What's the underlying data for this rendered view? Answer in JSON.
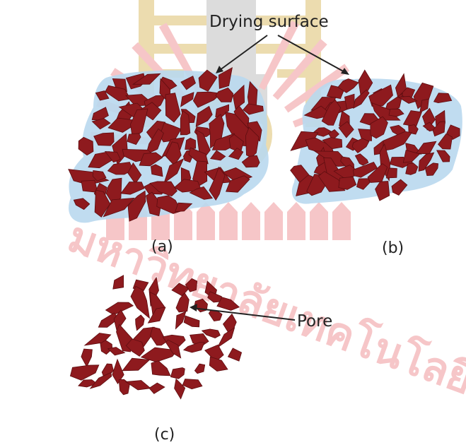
{
  "figure": {
    "annotations": {
      "drying_surface": "Drying surface",
      "pore": "Pore"
    },
    "panels": [
      {
        "id": "a",
        "label": "(a)"
      },
      {
        "id": "b",
        "label": "(b)"
      },
      {
        "id": "c",
        "label": "(c)"
      }
    ],
    "watermark": {
      "text": "มหาวิทยาลัยเทคโนโลยีสุรนารี"
    }
  },
  "colors": {
    "particle_fill": "#8e1a1e",
    "particle_stroke": "#5e0d10",
    "liquid": "#b9d8ee",
    "watermark_red": "#f6c6c8",
    "watermark_gold": "#ecdcaf",
    "watermark_gray": "#dcdcdc"
  }
}
